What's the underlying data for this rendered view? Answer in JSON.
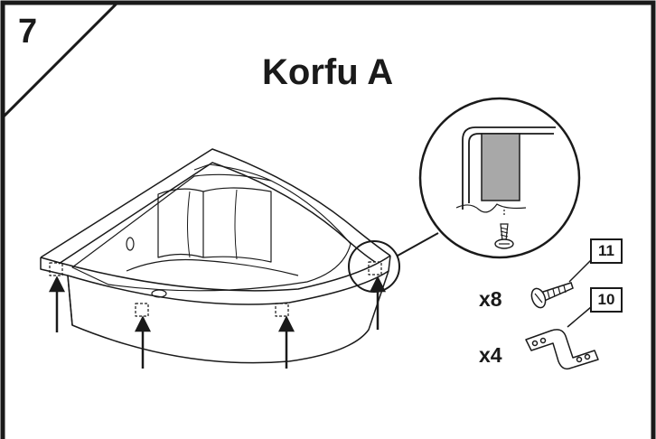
{
  "step": {
    "number": "7"
  },
  "title": "Korfu A",
  "parts": [
    {
      "id": "11",
      "quantity": "x8",
      "name": "screw-icon"
    },
    {
      "id": "10",
      "quantity": "x4",
      "name": "mounting-bracket-icon"
    }
  ],
  "colors": {
    "line": "#1a1a1a",
    "detail_fill": "#a8a8a8"
  }
}
